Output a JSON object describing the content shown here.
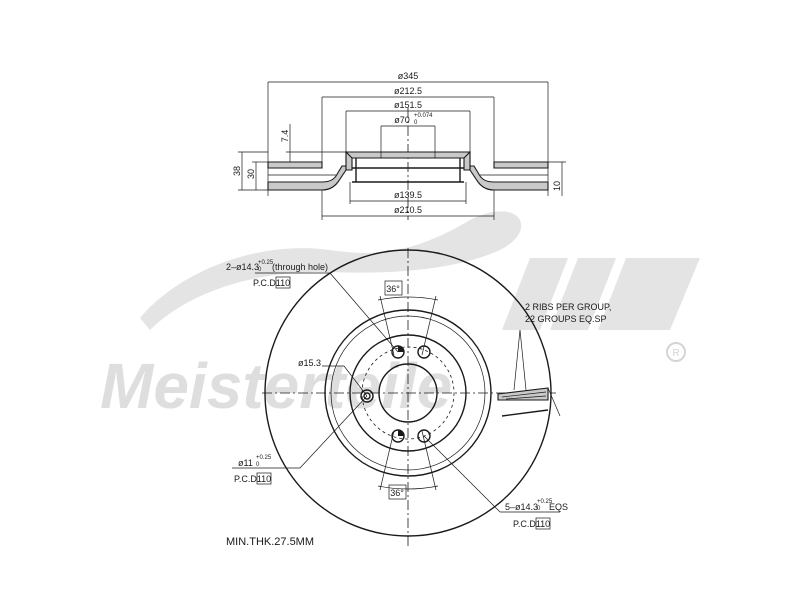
{
  "watermark": {
    "brand": "Meisterteile",
    "registered": "R"
  },
  "section_view": {
    "dims": {
      "outer_diameter": "ø345",
      "diameter_212": "ø212.5",
      "diameter_151": "ø151.5",
      "bore_diameter": "ø70",
      "bore_tolerance": "+0.074",
      "bore_tolerance_low": "0",
      "diameter_139": "ø139.5",
      "diameter_210": "ø210.5",
      "hat_thickness": "7.4",
      "height_38": "38",
      "height_30": "30",
      "rotor_thickness": "10"
    }
  },
  "front_view": {
    "through_hole": {
      "label": "2–ø14.3",
      "tol": "+0.25",
      "tol_low": "0",
      "note": "(through hole)"
    },
    "pcd_1": {
      "label": "P.C.D.",
      "value": "110"
    },
    "angle_top": "36°",
    "angle_bottom": "36°",
    "hole_center": "ø15.3",
    "pin_hole": {
      "label": "ø11",
      "tol": "+0.25",
      "tol_low": "0"
    },
    "pcd_2": {
      "label": "P.C.D.",
      "value": "110"
    },
    "bolt_holes": {
      "label": "5–ø14.3",
      "tol": "+0.25",
      "tol_low": "0",
      "suffix": "EQS"
    },
    "pcd_3": {
      "label": "P.C.D.",
      "value": "110"
    },
    "ribs_line1": "2 RIBS PER GROUP,",
    "ribs_line2": "22 GROUPS EQ.SP",
    "min_thickness": "MIN.THK.27.5MM"
  }
}
